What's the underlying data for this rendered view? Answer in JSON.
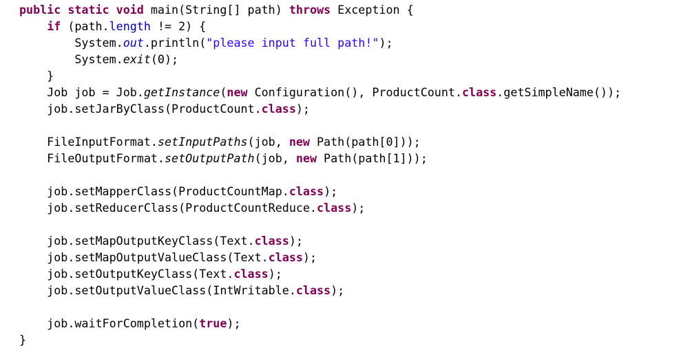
{
  "editor": {
    "lines": [
      [
        {
          "t": "public",
          "k": "kw"
        },
        {
          "t": " ",
          "k": "tx"
        },
        {
          "t": "static",
          "k": "kw"
        },
        {
          "t": " ",
          "k": "tx"
        },
        {
          "t": "void",
          "k": "kw"
        },
        {
          "t": " main(String[] path) ",
          "k": "tx"
        },
        {
          "t": "throws",
          "k": "kw"
        },
        {
          "t": " Exception {",
          "k": "tx"
        }
      ],
      [
        {
          "t": "    ",
          "k": "tx"
        },
        {
          "t": "if",
          "k": "kw"
        },
        {
          "t": " (path.",
          "k": "tx"
        },
        {
          "t": "length",
          "k": "fld"
        },
        {
          "t": " != 2) {",
          "k": "tx"
        }
      ],
      [
        {
          "t": "        System.",
          "k": "tx"
        },
        {
          "t": "out",
          "k": "fld it"
        },
        {
          "t": ".println(",
          "k": "tx"
        },
        {
          "t": "\"please input full path!\"",
          "k": "str"
        },
        {
          "t": ");",
          "k": "tx"
        }
      ],
      [
        {
          "t": "        System.",
          "k": "tx"
        },
        {
          "t": "exit",
          "k": "it"
        },
        {
          "t": "(0);",
          "k": "tx"
        }
      ],
      [
        {
          "t": "    }",
          "k": "tx"
        }
      ],
      [
        {
          "t": "    Job job = Job.",
          "k": "tx"
        },
        {
          "t": "getInstance",
          "k": "it"
        },
        {
          "t": "(",
          "k": "tx"
        },
        {
          "t": "new",
          "k": "kw"
        },
        {
          "t": " Configuration(), ProductCount.",
          "k": "tx"
        },
        {
          "t": "class",
          "k": "kw"
        },
        {
          "t": ".getSimpleName());",
          "k": "tx"
        }
      ],
      [
        {
          "t": "    job.setJarByClass(ProductCount.",
          "k": "tx"
        },
        {
          "t": "class",
          "k": "kw"
        },
        {
          "t": ");",
          "k": "tx"
        }
      ],
      [],
      [
        {
          "t": "    FileInputFormat.",
          "k": "tx"
        },
        {
          "t": "setInputPaths",
          "k": "it"
        },
        {
          "t": "(job, ",
          "k": "tx"
        },
        {
          "t": "new",
          "k": "kw"
        },
        {
          "t": " Path(path[0]));",
          "k": "tx"
        }
      ],
      [
        {
          "t": "    FileOutputFormat.",
          "k": "tx"
        },
        {
          "t": "setOutputPath",
          "k": "it"
        },
        {
          "t": "(job, ",
          "k": "tx"
        },
        {
          "t": "new",
          "k": "kw"
        },
        {
          "t": " Path(path[1]));",
          "k": "tx"
        }
      ],
      [],
      [
        {
          "t": "    job.setMapperClass(ProductCountMap.",
          "k": "tx"
        },
        {
          "t": "class",
          "k": "kw"
        },
        {
          "t": ");",
          "k": "tx"
        }
      ],
      [
        {
          "t": "    job.setReducerClass(ProductCountReduce.",
          "k": "tx"
        },
        {
          "t": "class",
          "k": "kw"
        },
        {
          "t": ");",
          "k": "tx"
        }
      ],
      [],
      [
        {
          "t": "    job.setMapOutputKeyClass(Text.",
          "k": "tx"
        },
        {
          "t": "class",
          "k": "kw"
        },
        {
          "t": ");",
          "k": "tx"
        }
      ],
      [
        {
          "t": "    job.setMapOutputValueClass(Text.",
          "k": "tx"
        },
        {
          "t": "class",
          "k": "kw"
        },
        {
          "t": ");",
          "k": "tx"
        }
      ],
      [
        {
          "t": "    job.setOutputKeyClass(Text.",
          "k": "tx"
        },
        {
          "t": "class",
          "k": "kw"
        },
        {
          "t": ");",
          "k": "tx"
        }
      ],
      [
        {
          "t": "    job.setOutputValueClass(IntWritable.",
          "k": "tx"
        },
        {
          "t": "class",
          "k": "kw"
        },
        {
          "t": ");",
          "k": "tx"
        }
      ],
      [],
      [
        {
          "t": "    job.waitForCompletion(",
          "k": "tx"
        },
        {
          "t": "true",
          "k": "kw"
        },
        {
          "t": ");",
          "k": "tx"
        }
      ],
      [
        {
          "t": "}",
          "k": "tx"
        }
      ]
    ],
    "colors": {
      "keyword": "#7f0055",
      "field": "#0000c0",
      "string": "#2a00ff",
      "text": "#000000",
      "background": "#ffffff"
    }
  }
}
